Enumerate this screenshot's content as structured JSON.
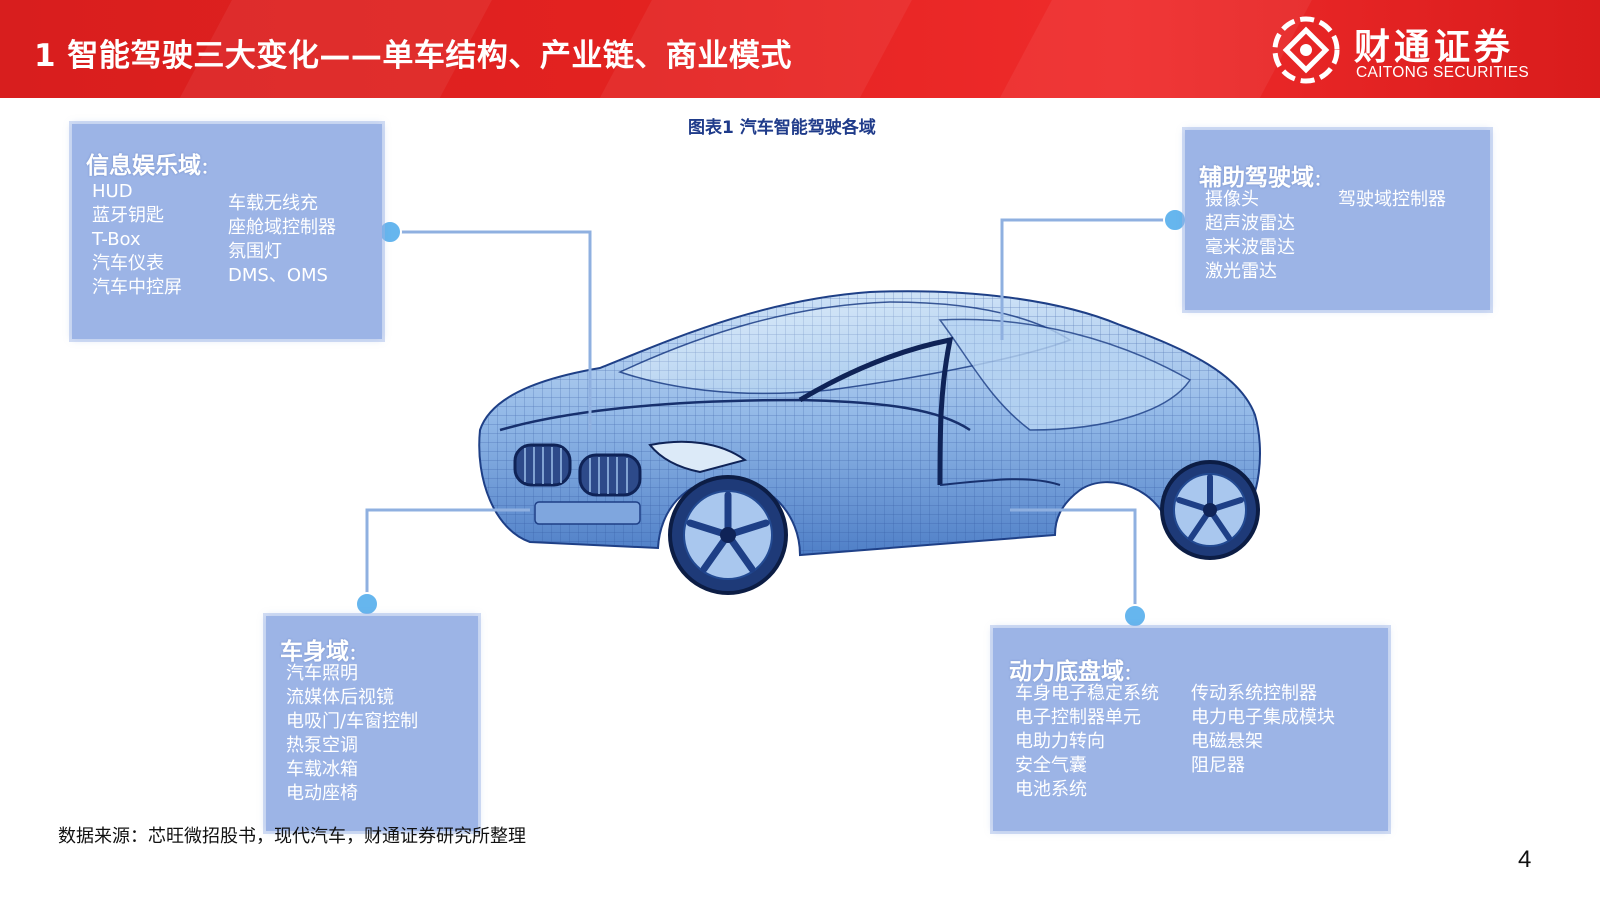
{
  "header": {
    "title": "1 智能驾驶三大变化——单车结构、产业链、商业模式",
    "logo_cn": "财通证券",
    "logo_en": "CAITONG SECURITIES"
  },
  "figure": {
    "title": "图表1  汽车智能驾驶各域"
  },
  "domains": {
    "infotainment": {
      "title": "信息娱乐域",
      "colon": "：",
      "col1": [
        "HUD",
        "蓝牙钥匙",
        "T-Box",
        "汽车仪表",
        "汽车中控屏"
      ],
      "col2": [
        "车载无线充",
        "座舱域控制器",
        "氛围灯",
        "DMS、OMS"
      ]
    },
    "adas": {
      "title": "辅助驾驶域",
      "colon": "：",
      "col1": [
        "摄像头",
        "超声波雷达",
        "毫米波雷达",
        "激光雷达"
      ],
      "col2": [
        "驾驶域控制器"
      ]
    },
    "body": {
      "title": "车身域",
      "colon": "：",
      "col1": [
        "汽车照明",
        "流媒体后视镜",
        "电吸门/车窗控制",
        "热泵空调",
        "车载冰箱",
        "电动座椅"
      ]
    },
    "powertrain": {
      "title": "动力底盘域",
      "colon": "：",
      "col1": [
        "车身电子稳定系统",
        "电子控制器单元",
        "电助力转向",
        "安全气囊",
        "电池系统"
      ],
      "col2": [
        "传动系统控制器",
        "电力电子集成模块",
        "电磁悬架",
        "阻尼器"
      ]
    }
  },
  "footer": {
    "source": "数据来源：芯旺微招股书，现代汽车，财通证券研究所整理",
    "page": "4"
  },
  "colors": {
    "header_red": "#e32220",
    "box_blue": "#9cb4e6",
    "line_blue": "#8fb0e0",
    "dot_blue": "#66b6ee",
    "title_navy": "#1f3b8a"
  }
}
